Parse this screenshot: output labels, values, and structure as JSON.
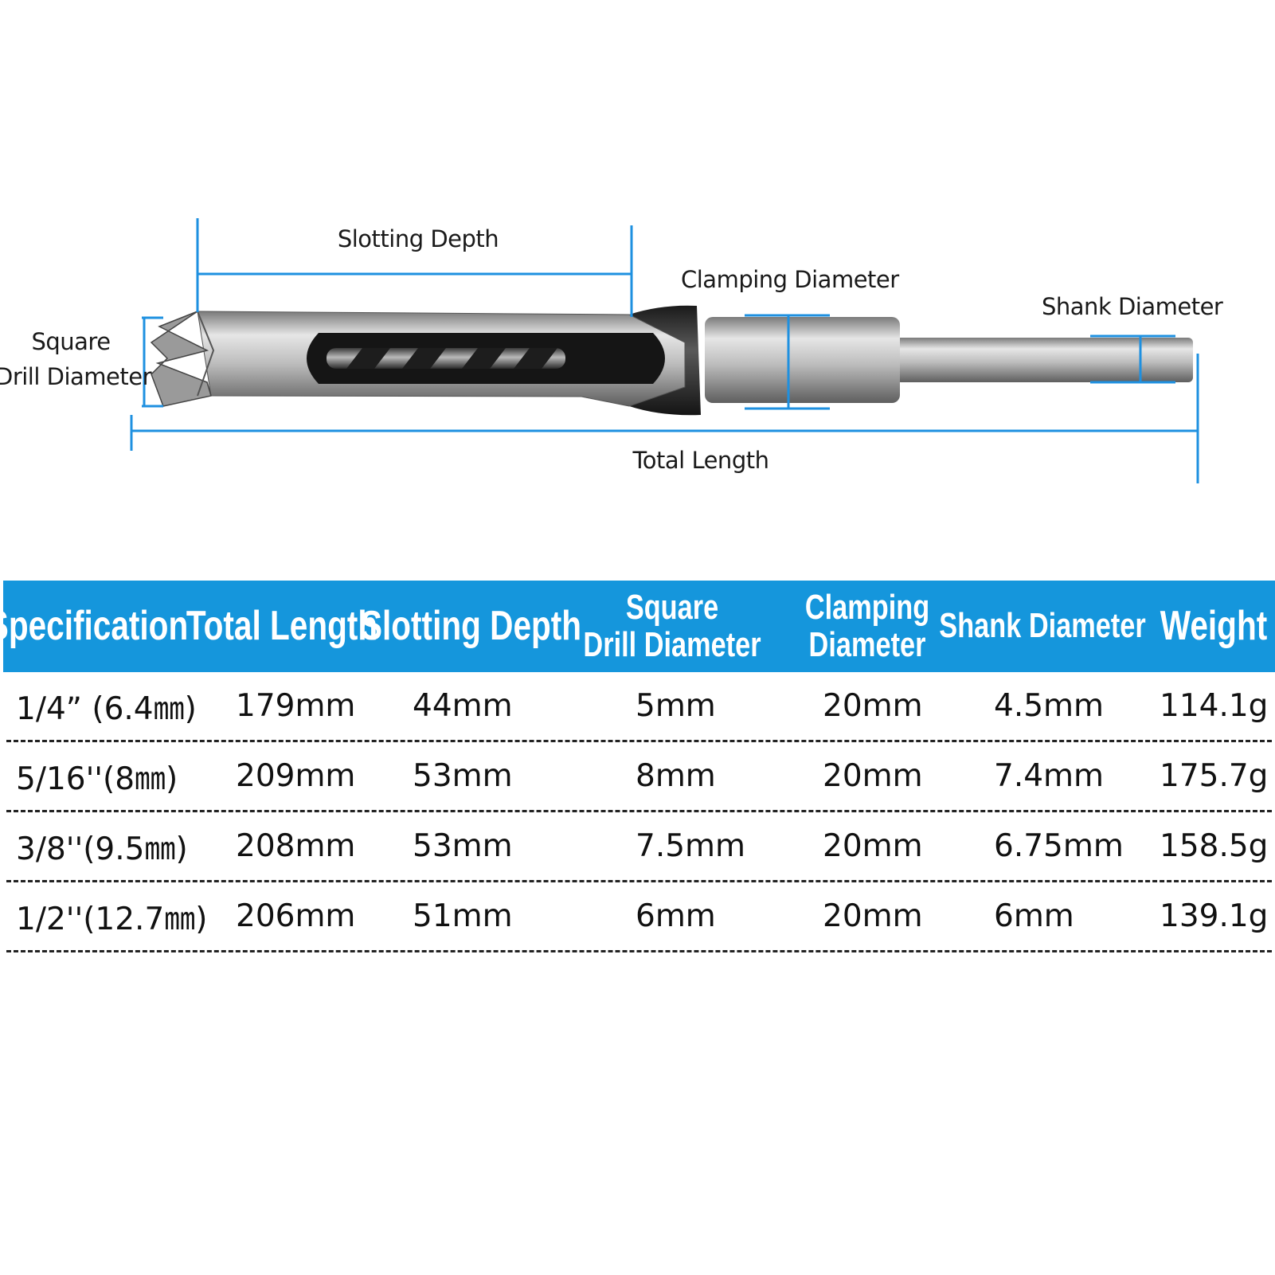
{
  "diagram": {
    "labels": {
      "slotting_depth": "Slotting Depth",
      "clamping_diameter": "Clamping Diameter",
      "shank_diameter": "Shank Diameter",
      "square_line1": "Square",
      "square_line2": "Drill Diameter",
      "total_length": "Total Length"
    },
    "colors": {
      "dimension_line": "#1e90e0",
      "steel_dark": "#2b2b2b",
      "steel_light": "#c9c9c9",
      "table_header": "#1596dc"
    }
  },
  "table": {
    "headers": [
      {
        "line1": "Specification",
        "line2": ""
      },
      {
        "line1": "Total Length",
        "line2": ""
      },
      {
        "line1": "Slotting Depth",
        "line2": ""
      },
      {
        "line1": "Square",
        "line2": "Drill Diameter"
      },
      {
        "line1": "Clamping",
        "line2": "Diameter"
      },
      {
        "line1": "Shank Diameter",
        "line2": ""
      },
      {
        "line1": "Weight",
        "line2": ""
      }
    ],
    "rows": [
      [
        "1/4” (6.4㎜)",
        "179mm",
        "44mm",
        "5mm",
        "20mm",
        "4.5mm",
        "114.1g"
      ],
      [
        "5/16''(8㎜)",
        "209mm",
        "53mm",
        "8mm",
        "20mm",
        "7.4mm",
        "175.7g"
      ],
      [
        "3/8''(9.5㎜)",
        "208mm",
        "53mm",
        "7.5mm",
        "20mm",
        "6.75mm",
        "158.5g"
      ],
      [
        "1/2''(12.7㎜)",
        "206mm",
        "51mm",
        "6mm",
        "20mm",
        "6mm",
        "139.1g"
      ]
    ]
  }
}
